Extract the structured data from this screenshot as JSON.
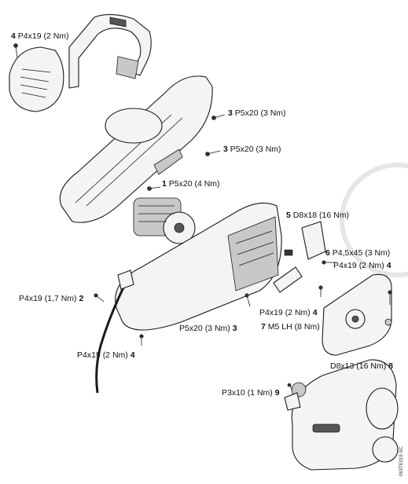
{
  "callouts": [
    {
      "id": "c4-top",
      "num": "4",
      "text": "P4x19 (2 Nm)",
      "num_first": true
    },
    {
      "id": "c3-a",
      "num": "3",
      "text": "P5x20 (3 Nm)",
      "num_first": true
    },
    {
      "id": "c3-b",
      "num": "3",
      "text": "P5x20 (3 Nm)",
      "num_first": true
    },
    {
      "id": "c1",
      "num": "1",
      "text": "P5x20 (4 Nm)",
      "num_first": true
    },
    {
      "id": "c5",
      "num": "5",
      "text": "D8x18 (16 Nm)",
      "num_first": true
    },
    {
      "id": "c6",
      "num": "6",
      "text": "P4,5x45 (3 Nm)",
      "num_first": true
    },
    {
      "id": "c4-right",
      "num": "4",
      "text": "P4x19 (2 Nm)",
      "num_first": false
    },
    {
      "id": "c2",
      "num": "2",
      "text": "P4x19 (1,7 Nm)",
      "num_first": false
    },
    {
      "id": "c4-mid",
      "num": "4",
      "text": "P4x19 (2 Nm)",
      "num_first": false
    },
    {
      "id": "c7",
      "num": "7",
      "text": "M5 LH (8 Nm)",
      "num_first": true
    },
    {
      "id": "c3-c",
      "num": "3",
      "text": "P5x20 (3 Nm)",
      "num_first": false
    },
    {
      "id": "c8",
      "num": "8",
      "text": "D8x13 (16 Nm)",
      "num_first": false
    },
    {
      "id": "c4-bottom",
      "num": "4",
      "text": "P4x19 (2 Nm)",
      "num_first": false
    },
    {
      "id": "c9",
      "num": "9",
      "text": "P3x10 (1 Nm)",
      "num_first": false
    }
  ],
  "drawing_code": "063TE019 SC",
  "icons": [
    "screw-icon",
    "chainsaw-housing",
    "handle",
    "motor",
    "chain-sprocket-cover"
  ]
}
